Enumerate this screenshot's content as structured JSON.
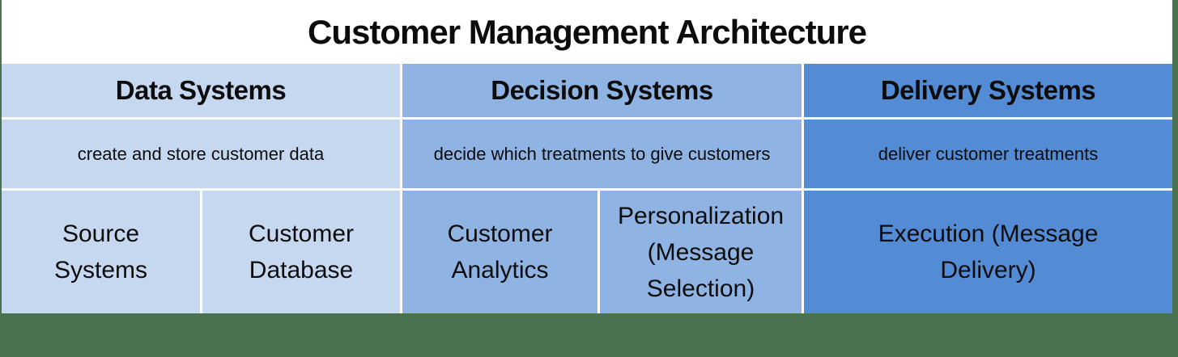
{
  "title": "Customer Management Architecture",
  "colors": {
    "light_blue": "#C6D8F0",
    "medium_blue": "#8FB3E2",
    "dark_blue": "#538CD5",
    "green": "#4A7150",
    "divider_white": "#FFFFFF",
    "text_black": "#0C0C0C"
  },
  "columns": [
    {
      "header": "Data Systems",
      "description": "create and store customer data",
      "cells": [
        "Source Systems",
        "Customer Database"
      ]
    },
    {
      "header": "Decision Systems",
      "description": "decide which treatments to give customers",
      "cells": [
        "Customer Analytics",
        "Personalization (Message Selection)"
      ]
    },
    {
      "header": "Delivery Systems",
      "description": "deliver customer treatments",
      "cells": [
        "Execution (Message Delivery)"
      ]
    }
  ]
}
